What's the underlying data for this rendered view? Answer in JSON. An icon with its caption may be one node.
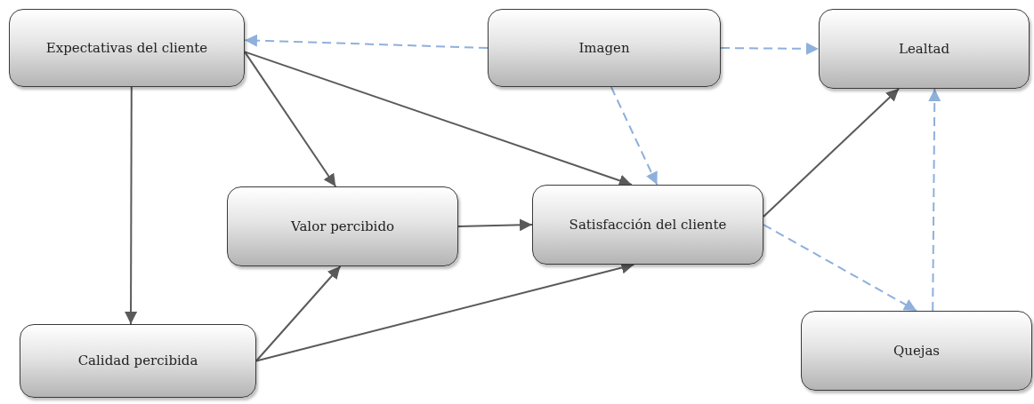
{
  "diagram": {
    "nodes": [
      {
        "text": [
          "Expectativas del cliente"
        ]
      },
      {
        "text": [
          "Imagen"
        ]
      },
      {
        "text": [
          "Lealtad"
        ]
      },
      {
        "text": [
          "Valor percibido"
        ]
      },
      {
        "text": [
          "Satisfacción del cliente"
        ]
      },
      {
        "text": [
          "Calidad percibida"
        ]
      },
      {
        "text": [
          "Quejas"
        ]
      }
    ],
    "edges": [
      {
        "from": 1,
        "to": 0,
        "arrow": "to",
        "style": "dashed",
        "color": "#8eb0dc"
      },
      {
        "from": 1,
        "to": 2,
        "arrow": "to",
        "style": "dashed",
        "color": "#8eb0dc"
      },
      {
        "from": 1,
        "to": 4,
        "arrow": "to",
        "style": "dashed",
        "color": "#8eb0dc"
      },
      {
        "from": 0,
        "to": 5,
        "arrow": "to"
      },
      {
        "from": 0,
        "to": 3,
        "arrow": "to"
      },
      {
        "from": 0,
        "to": 4,
        "arrow": "to"
      },
      {
        "from": 3,
        "to": 4,
        "arrow": "to"
      },
      {
        "from": 5,
        "to": 3,
        "arrow": "to"
      },
      {
        "from": 5,
        "to": 4,
        "arrow": "to"
      },
      {
        "from": 4,
        "to": 2,
        "arrow": "to"
      },
      {
        "from": 4,
        "to": 6,
        "arrow": "to",
        "style": "dashed",
        "color": "#8eb0dc"
      },
      {
        "from": 6,
        "to": 2,
        "arrow": "to",
        "style": "dashed",
        "color": "#8eb0dc"
      }
    ]
  }
}
